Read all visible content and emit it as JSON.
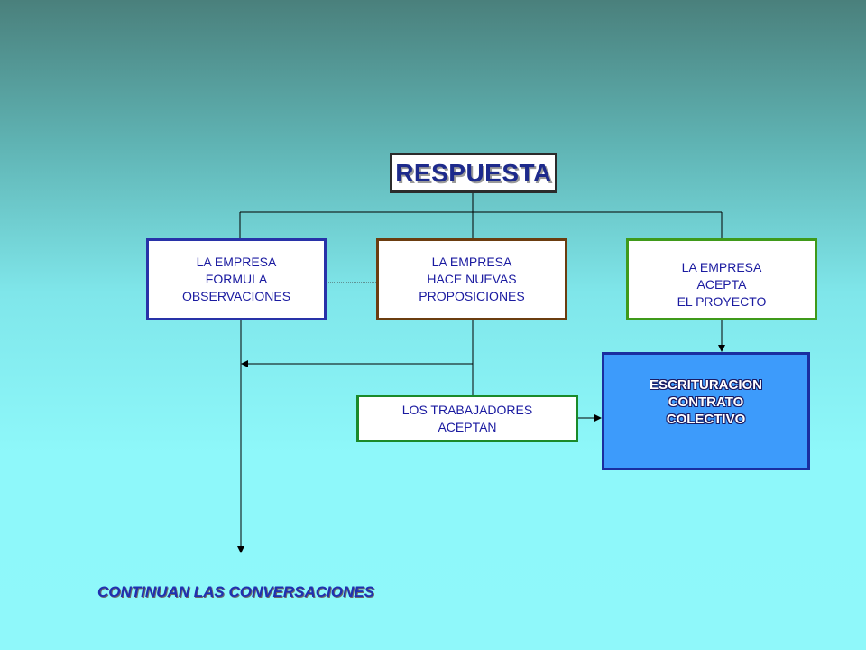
{
  "title": "RESPUESTA",
  "boxes": {
    "observaciones": [
      "LA EMPRESA",
      "FORMULA",
      "OBSERVACIONES"
    ],
    "proposiciones": [
      "LA EMPRESA",
      "HACE NUEVAS",
      "PROPOSICIONES"
    ],
    "acepta": [
      "LA EMPRESA",
      "ACEPTA",
      "EL PROYECTO"
    ],
    "trabajadores": [
      "LOS TRABAJADORES",
      "ACEPTAN"
    ],
    "escrituracion": [
      "ESCRITURACION",
      "CONTRATO",
      "COLECTIVO"
    ]
  },
  "footer": "CONTINUAN LAS CONVERSACIONES",
  "colors": {
    "title_text": "#1d2a8c",
    "box_text": "#1a1aa0",
    "escrituracion_fill": "#3d9bfb",
    "connector": "#000000"
  }
}
